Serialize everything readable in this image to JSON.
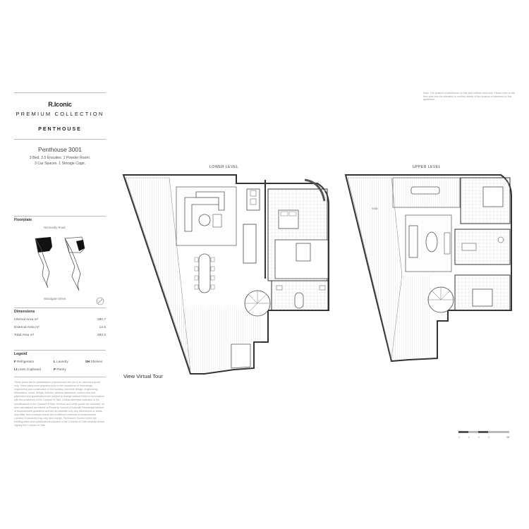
{
  "brand": {
    "logo": "R.Iconic",
    "collection": "PREMIUM COLLECTION",
    "type": "PENTHOUSE"
  },
  "unit": {
    "name": "Penthouse 3001",
    "description_line1": "3 Bed. 3.5 Ensuites. 1 Powder Room.",
    "description_line2": "3 Car Spaces. 1 Storage Cage."
  },
  "floorplate": {
    "heading": "Floorplate",
    "street_top": "Normanby Road",
    "street_bottom": "Woodgate Street"
  },
  "dimensions": {
    "heading": "Dimensions",
    "rows": [
      {
        "label": "Internal Area m²",
        "value": "280.7"
      },
      {
        "label": "External Area m²",
        "value": "12.5"
      },
      {
        "label": "Total Area m²",
        "value": "293.2"
      }
    ]
  },
  "legend": {
    "heading": "Legend",
    "items": [
      {
        "code": "F",
        "label": "Refrigerator"
      },
      {
        "code": "L",
        "label": "Laundry"
      },
      {
        "code": "SH",
        "label": "Shelves"
      },
      {
        "code": "LI",
        "label": "Linen Cupboard"
      },
      {
        "code": "P",
        "label": "Pantry"
      }
    ]
  },
  "disclaimer": "These plans are for presentation purposes and are not to be used as a quote only. There plans were prepared prior to the completion of final design, engineering and construction of the building, therefore design, engineering, dimensions, areas, fittings, finishes, window placement, column size and placement and specifications are subject to change without notice in accordance with the provisions of the Contract of Sale. Unless otherwise indicated in the specifications in the Contract of Sale, furniture and white goods are excluded. All area calculations are based on Property Council of Australia Residential Method of Measurement guidelines and are an estimate only. Any dimensions or areas may differ from surveyed areas due to different methods of measurement. Location of windows may vary and change. Purchasers should review the building plans and specifications included in the Contract of Sale carefully before signing the Contract of Sale.",
  "plans": {
    "lower_label": "LOWER LEVEL",
    "upper_label": "UPPER LEVEL",
    "void_label": "VOID",
    "tour_link": "View Virtual Tour",
    "note": "Note: The position of penthouse on this plan reflects area only. Please refer to the floor plan and the elevation to confirm details of the location of windows for this apartment."
  },
  "scale": {
    "numbers": [
      "0",
      "1",
      "2",
      "3",
      "5M"
    ]
  }
}
